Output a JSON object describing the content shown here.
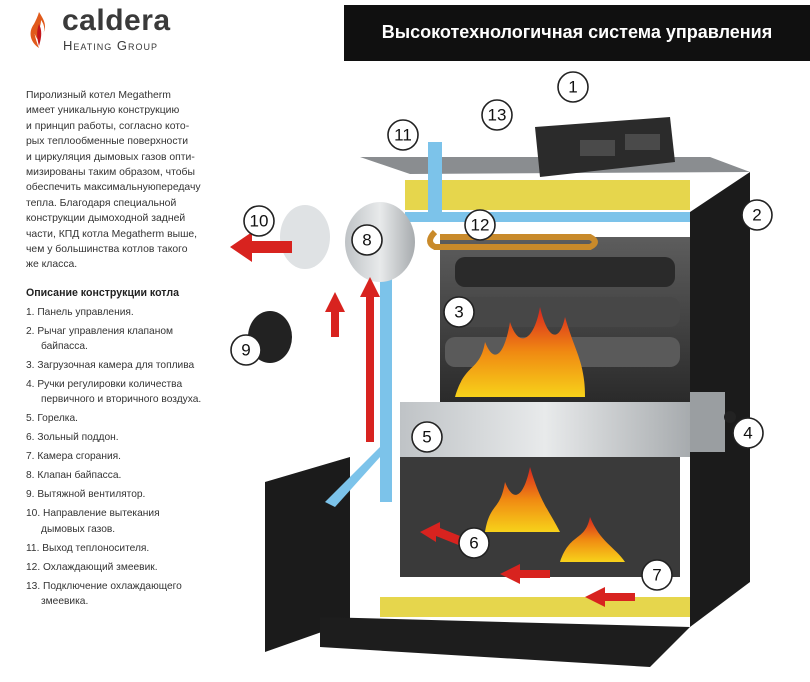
{
  "logo": {
    "name": "caldera",
    "subtitle": "Heating Group"
  },
  "header": {
    "title": "Высокотехнологичная система управления"
  },
  "intro": {
    "lines": [
      "Пиролизный котел Megatherm",
      "имеет уникальную конструкцию",
      "и принцип работы, согласно кото-",
      "рых теплообменные поверхности",
      "и циркуляция дымовых газов опти-",
      "мизированы таким образом, чтобы",
      "обеспечить максимальнуюпередачу",
      "тепла. Благодаря специальной",
      "конструкции дымоходной задней",
      "части, КПД котла Megatherm выше,",
      "чем у большинства котлов такого",
      "же класса."
    ]
  },
  "description": {
    "title": "Описание конструкции котла",
    "items": [
      {
        "line1": "1. Панель управления.",
        "line2": ""
      },
      {
        "line1": "2. Рычаг управления клапаном",
        "line2": "байпасса."
      },
      {
        "line1": "3. Загрузочная камера для топлива",
        "line2": ""
      },
      {
        "line1": "4. Ручки регулировки количества",
        "line2": "первичного и вторичного воздуха."
      },
      {
        "line1": "5. Горелка.",
        "line2": ""
      },
      {
        "line1": "6. Зольный поддон.",
        "line2": ""
      },
      {
        "line1": "7. Камера сгорания.",
        "line2": ""
      },
      {
        "line1": "8. Клапан байпасса.",
        "line2": ""
      },
      {
        "line1": "9. Вытяжной вентилятор.",
        "line2": ""
      },
      {
        "line1": "10. Направление вытекания",
        "line2": "дымовых газов."
      },
      {
        "line1": "11. Выход теплоносителя.",
        "line2": ""
      },
      {
        "line1": "12. Охлаждающий змеевик.",
        "line2": ""
      },
      {
        "line1": "13. Подключение охлаждающего",
        "line2": "змеевика."
      }
    ]
  },
  "callouts": [
    "1",
    "2",
    "3",
    "4",
    "5",
    "6",
    "7",
    "8",
    "9",
    "10",
    "11",
    "12",
    "13"
  ],
  "colors": {
    "brand_dark": "#3a3a3a",
    "flame_red": "#d8231f",
    "insulation_yellow": "#e6d64c",
    "water_blue": "#7cc3ea",
    "casing_black": "#1b1b1b"
  }
}
